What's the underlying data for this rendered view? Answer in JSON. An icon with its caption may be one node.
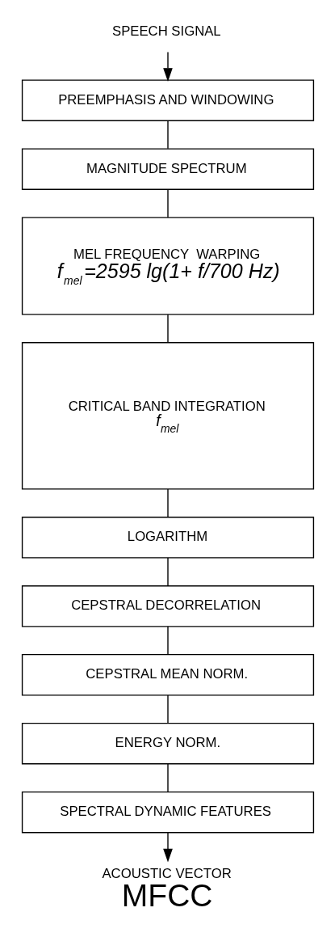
{
  "diagram": {
    "nodes": [
      {
        "text": [
          "SPEECH SIGNAL"
        ]
      },
      {
        "text": [
          "PREEMPHASIS AND WINDOWING"
        ]
      },
      {
        "text": [
          "MAGNITUDE SPECTRUM"
        ]
      },
      {
        "text": [
          "MEL FREQUENCY  WARPING",
          "f$_{mel}$=2595 lg(1+ f/700 Hz)"
        ]
      },
      {
        "text": [
          "CRITICAL BAND INTEGRATION",
          "f$_{mel}$"
        ]
      },
      {
        "text": [
          "LOGARITHM"
        ]
      },
      {
        "text": [
          "CEPSTRAL DECORRELATION"
        ]
      },
      {
        "text": [
          "CEPSTRAL MEAN NORM."
        ]
      },
      {
        "text": [
          "ENERGY NORM."
        ]
      },
      {
        "text": [
          "SPECTRAL DYNAMIC FEATURES"
        ]
      },
      {
        "text": [
          "ACOUSTIC VECTOR",
          "MFCC"
        ]
      }
    ],
    "edges": [
      {
        "from": 0,
        "to": 1,
        "arrow": "to"
      },
      {
        "from": 1,
        "to": 2,
        "arrow": "none"
      },
      {
        "from": 2,
        "to": 3,
        "arrow": "none"
      },
      {
        "from": 3,
        "to": 4,
        "arrow": "none"
      },
      {
        "from": 4,
        "to": 5,
        "arrow": "none"
      },
      {
        "from": 5,
        "to": 6,
        "arrow": "none"
      },
      {
        "from": 6,
        "to": 7,
        "arrow": "none"
      },
      {
        "from": 7,
        "to": 8,
        "arrow": "none"
      },
      {
        "from": 8,
        "to": 9,
        "arrow": "none"
      },
      {
        "from": 9,
        "to": 10,
        "arrow": "to"
      }
    ]
  }
}
